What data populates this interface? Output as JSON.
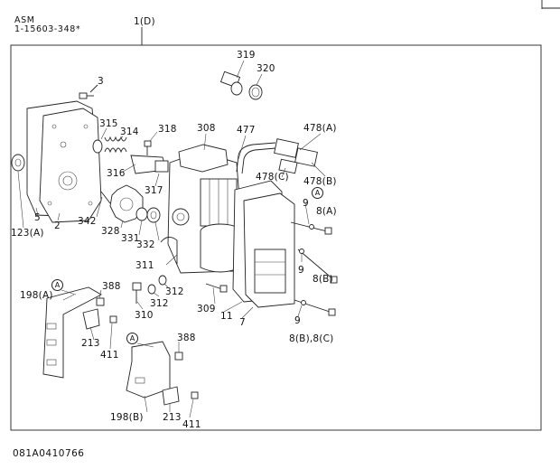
{
  "header": {
    "asm": "ASM",
    "part_no": "1-15603-348*"
  },
  "footer": {
    "code": "081A0410766"
  },
  "labels": {
    "main": "1(D)",
    "p319": "319",
    "p320": "320",
    "p3": "3",
    "p315": "315",
    "p314": "314",
    "p318": "318",
    "p308": "308",
    "p477": "477",
    "p478a": "478(A)",
    "p478c": "478(C)",
    "p478b": "478(B)",
    "p316": "316",
    "p317": "317",
    "p342": "342",
    "p123a": "123(A)",
    "p5": "5",
    "p2": "2",
    "p328": "328",
    "p331": "331",
    "p332": "332",
    "p311": "311",
    "p9a": "9",
    "p8a": "8(A)",
    "p9b": "9",
    "p8b": "8(B)",
    "p9c": "9",
    "p8bc": "8(B),8(C)",
    "p312a": "312",
    "p312b": "312",
    "p310": "310",
    "p309": "309",
    "p11": "11",
    "p7": "7",
    "p198a": "198(A)",
    "p388a": "388",
    "p213a": "213",
    "p411a": "411",
    "p198b": "198(B)",
    "p388b": "388",
    "p213b": "213",
    "p411b": "411",
    "markA": "A"
  }
}
